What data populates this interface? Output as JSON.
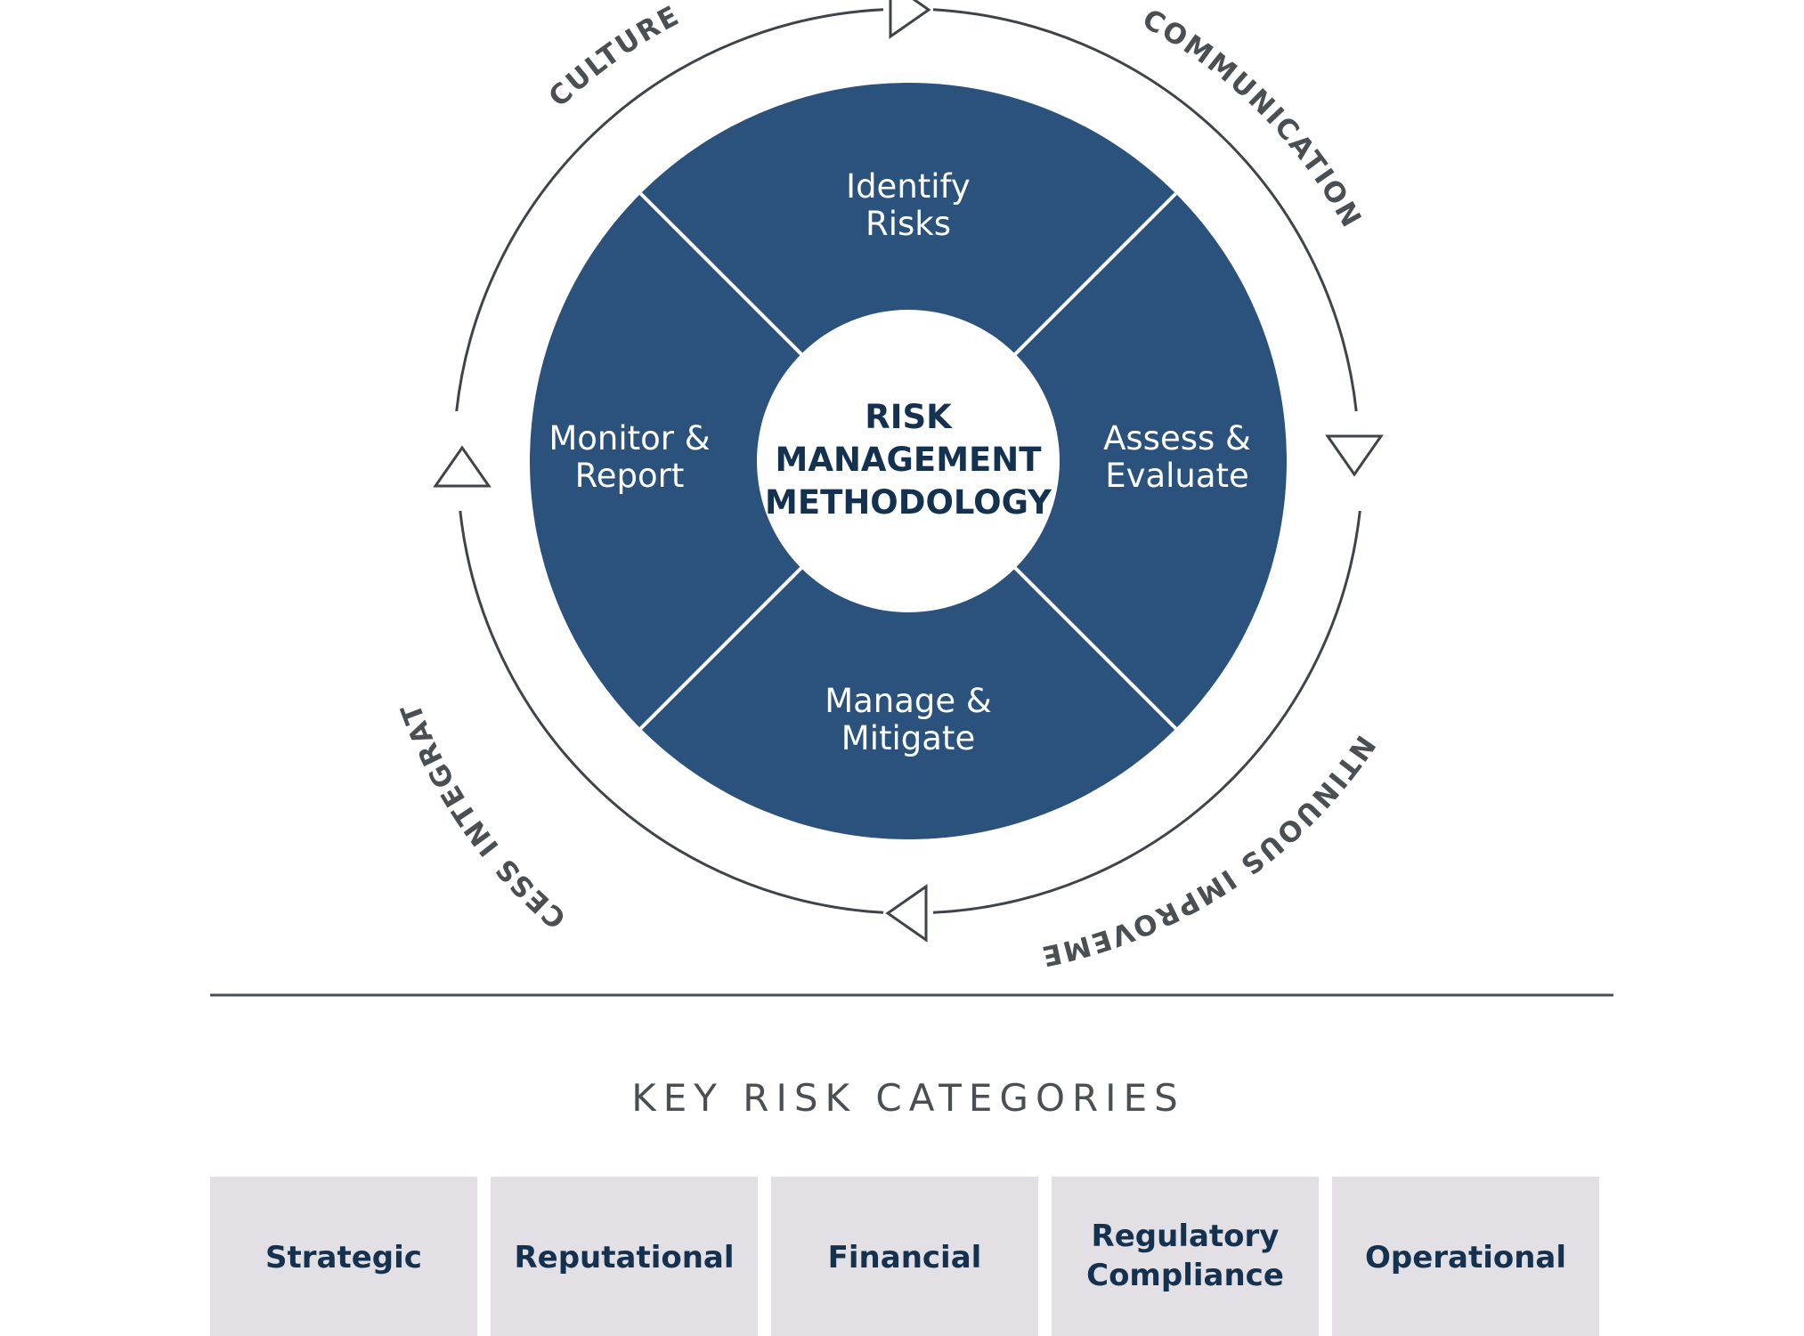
{
  "theme": {
    "blue": "#2A527D",
    "dark_navy": "#14314F",
    "gray_text": "#4A4F54",
    "box_fill": "#E2E0E4",
    "arc_stroke": "#3F444A",
    "white": "#FFFFFF"
  },
  "center": {
    "line1": "RISK",
    "line2": "MANAGEMENT",
    "line3": "METHODOLOGY"
  },
  "quadrants": [
    {
      "id": "identify-risks",
      "line1": "Identify",
      "line2": "Risks",
      "position": "top"
    },
    {
      "id": "assess-evaluate",
      "line1": "Assess &",
      "line2": "Evaluate",
      "position": "right"
    },
    {
      "id": "manage-mitigate",
      "line1": "Manage &",
      "line2": "Mitigate",
      "position": "bottom"
    },
    {
      "id": "monitor-report",
      "line1": "Monitor &",
      "line2": "Report",
      "position": "left"
    }
  ],
  "outer_ring_labels": [
    {
      "id": "culture",
      "text": "CULTURE"
    },
    {
      "id": "communication",
      "text": "COMMUNICATION"
    },
    {
      "id": "continuous-improvement",
      "text": "CONTINUOUS IMPROVEMENT"
    },
    {
      "id": "process-integration",
      "text": "PROCESS INTEGRATION"
    }
  ],
  "flow_arrows": [
    {
      "id": "arrow-top",
      "direction": "right"
    },
    {
      "id": "arrow-right",
      "direction": "down"
    },
    {
      "id": "arrow-bottom",
      "direction": "left"
    },
    {
      "id": "arrow-left",
      "direction": "up"
    }
  ],
  "section": {
    "heading": "KEY RISK CATEGORIES"
  },
  "risk_categories": [
    {
      "id": "strategic",
      "line1": "Strategic",
      "line2": ""
    },
    {
      "id": "reputational",
      "line1": "Reputational",
      "line2": ""
    },
    {
      "id": "financial",
      "line1": "Financial",
      "line2": ""
    },
    {
      "id": "regulatory-compliance",
      "line1": "Regulatory",
      "line2": "Compliance"
    },
    {
      "id": "operational",
      "line1": "Operational",
      "line2": ""
    }
  ]
}
